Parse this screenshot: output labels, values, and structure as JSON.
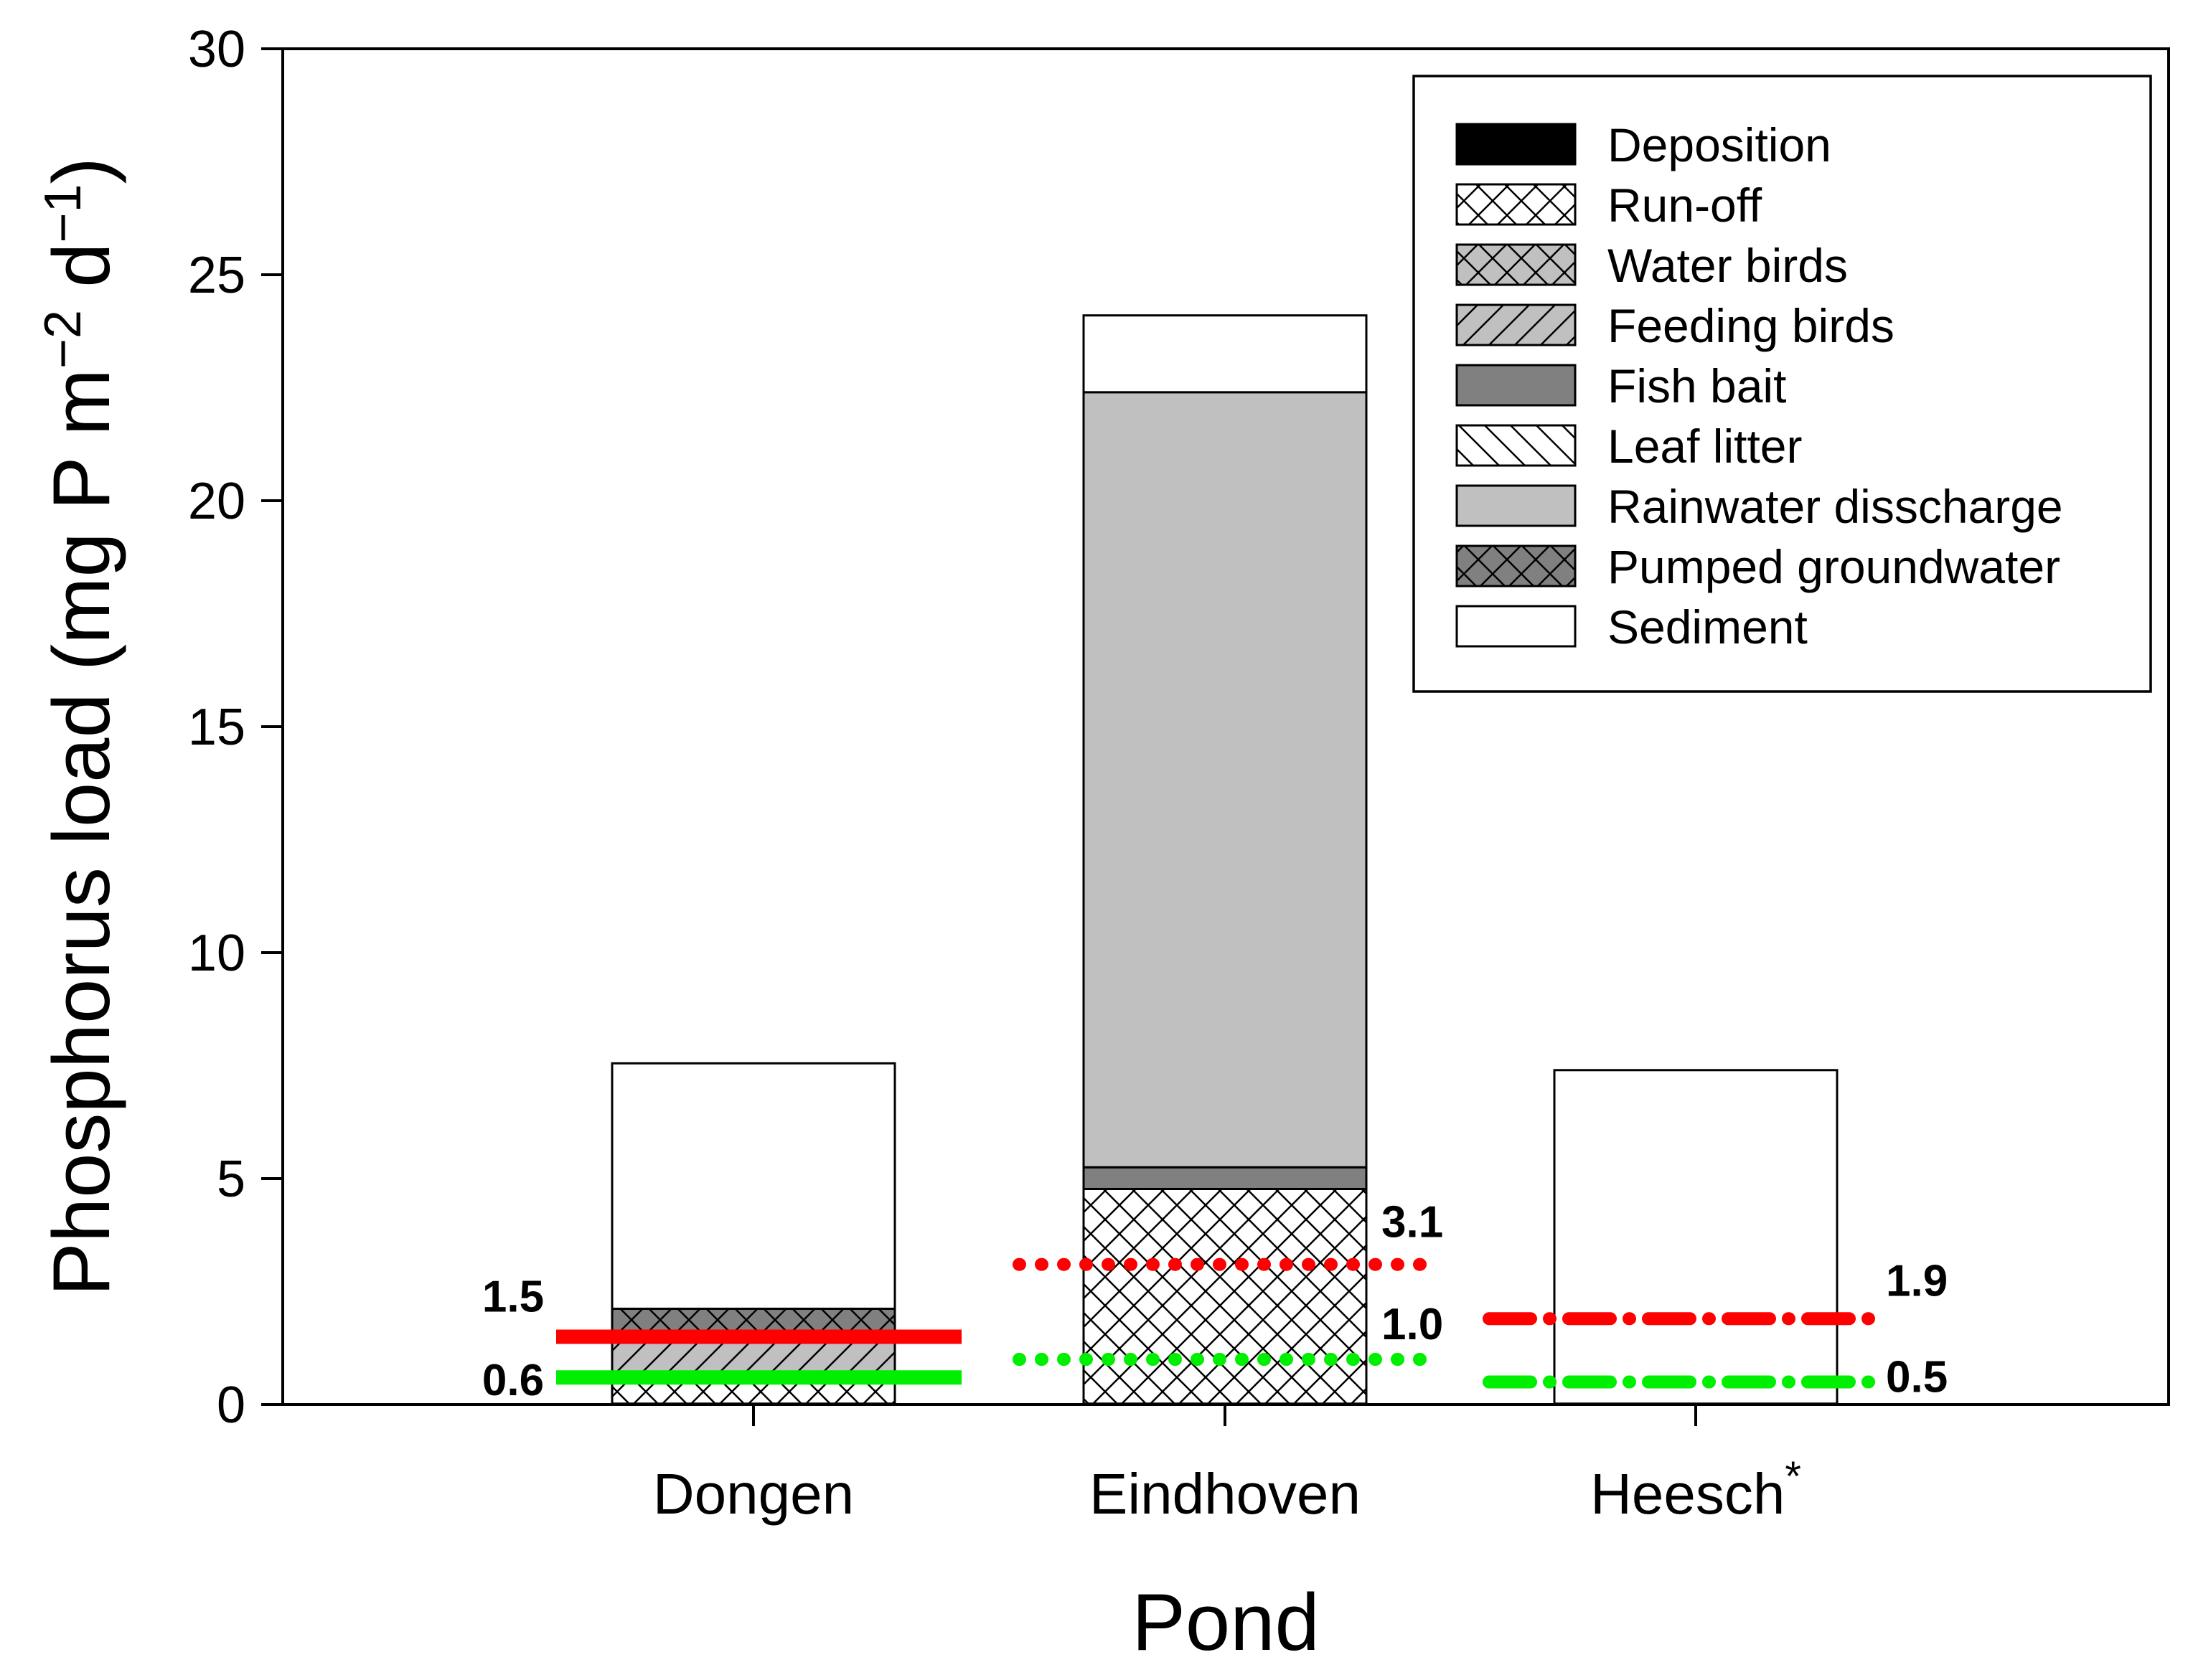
{
  "chart_data": {
    "type": "bar",
    "stacked": true,
    "xlabel": "Pond",
    "ylabel": "Phosphorus load (mg P m",
    "ylabel_unit_sup1": "−2",
    "ylabel_unit_mid": " d",
    "ylabel_unit_sup2": "−1",
    "ylabel_close": ")",
    "ylim": [
      0,
      30
    ],
    "yticks": [
      0,
      5,
      10,
      15,
      20,
      25,
      30
    ],
    "categories": [
      "Dongen",
      "Eindhoven",
      "Heesch"
    ],
    "category_marks": [
      "",
      "",
      "*"
    ],
    "series": [
      {
        "name": "Deposition",
        "pattern": "solid-black",
        "values": [
          0.02,
          0.02,
          0.02
        ]
      },
      {
        "name": "Run-off",
        "pattern": "crosshatch-white",
        "values": [
          0.6,
          4.75,
          0
        ]
      },
      {
        "name": "Water birds",
        "pattern": "crosshatch-lightgray",
        "values": [
          0,
          0,
          0
        ]
      },
      {
        "name": "Feeding birds",
        "pattern": "diagonal-lightgray",
        "values": [
          0.85,
          0,
          0
        ]
      },
      {
        "name": "Fish bait",
        "pattern": "solid-darkgray",
        "values": [
          0.1,
          0.48,
          0
        ]
      },
      {
        "name": "Leaf litter",
        "pattern": "backdiagonal-white",
        "values": [
          0,
          0,
          0
        ]
      },
      {
        "name": "Rainwater disscharge",
        "pattern": "solid-lightgray",
        "values": [
          0,
          17.15,
          0
        ]
      },
      {
        "name": "Pumped groundwater",
        "pattern": "crosshatch-darkgray",
        "values": [
          0.55,
          0,
          0
        ]
      },
      {
        "name": "Sediment",
        "pattern": "solid-white",
        "values": [
          5.43,
          1.7,
          7.38
        ]
      }
    ],
    "critical_loads": [
      {
        "category": "Dongen",
        "level": "upper",
        "value": 1.5,
        "label": "1.5",
        "color": "#ff0000",
        "style": "solid"
      },
      {
        "category": "Dongen",
        "level": "lower",
        "value": 0.6,
        "label": "0.6",
        "color": "#00ee00",
        "style": "solid"
      },
      {
        "category": "Eindhoven",
        "level": "upper",
        "value": 3.1,
        "label": "3.1",
        "color": "#ff0000",
        "style": "dotted"
      },
      {
        "category": "Eindhoven",
        "level": "lower",
        "value": 1.0,
        "label": "1.0",
        "color": "#00ee00",
        "style": "dotted"
      },
      {
        "category": "Heesch",
        "level": "upper",
        "value": 1.9,
        "label": "1.9",
        "color": "#ff0000",
        "style": "dashdot"
      },
      {
        "category": "Heesch",
        "level": "lower",
        "value": 0.5,
        "label": "0.5",
        "color": "#00ee00",
        "style": "dashdot"
      }
    ],
    "legend_position": "top-right",
    "grid": false
  }
}
